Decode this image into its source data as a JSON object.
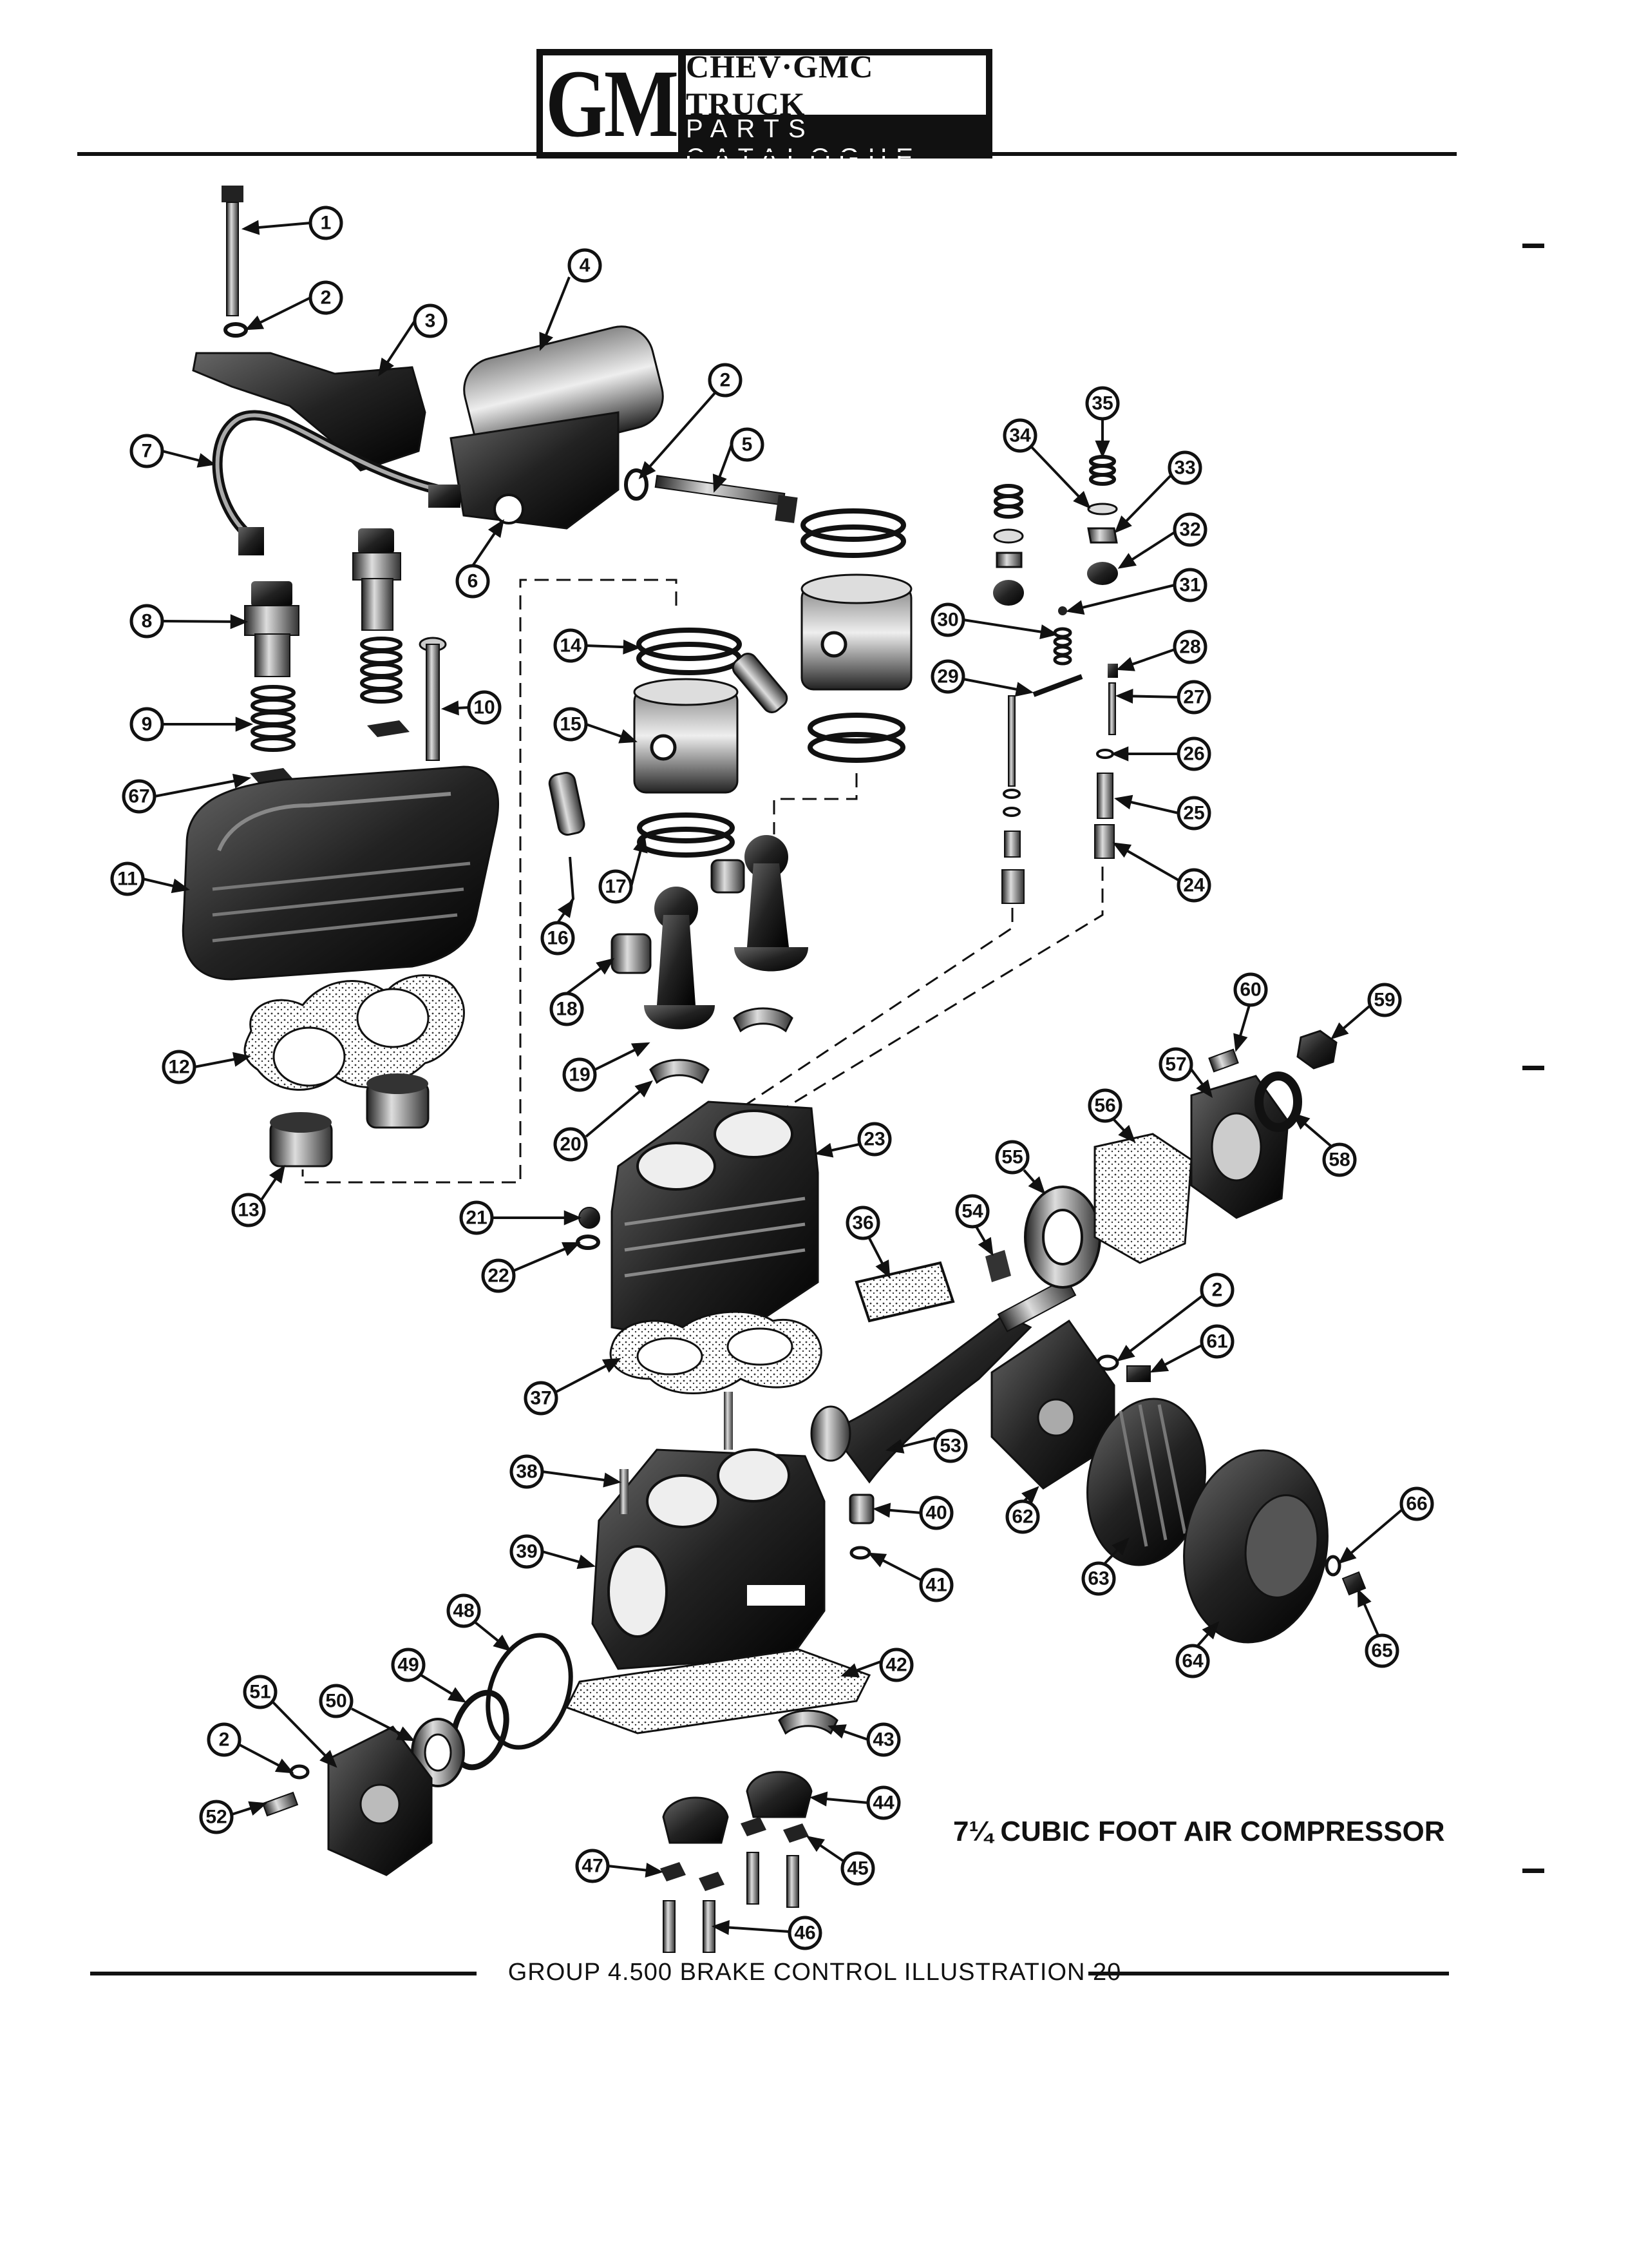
{
  "header": {
    "logo_text": "GM",
    "line1": "CHEV·GMC TRUCK",
    "line2": "PARTS CATALOGUE"
  },
  "title": "7¼ CUBIC FOOT AIR COMPRESSOR",
  "footer": "GROUP 4.500 BRAKE CONTROL ILLUSTRATION 20",
  "callouts": [
    {
      "id": "c1",
      "label": "1"
    },
    {
      "id": "c2a",
      "label": "2"
    },
    {
      "id": "c3",
      "label": "3"
    },
    {
      "id": "c4",
      "label": "4"
    },
    {
      "id": "c2b",
      "label": "2"
    },
    {
      "id": "c5",
      "label": "5"
    },
    {
      "id": "c7",
      "label": "7"
    },
    {
      "id": "c6",
      "label": "6"
    },
    {
      "id": "c8",
      "label": "8"
    },
    {
      "id": "c10",
      "label": "10"
    },
    {
      "id": "c9",
      "label": "9"
    },
    {
      "id": "c67",
      "label": "67"
    },
    {
      "id": "c11",
      "label": "11"
    },
    {
      "id": "c12",
      "label": "12"
    },
    {
      "id": "c13",
      "label": "13"
    },
    {
      "id": "c14",
      "label": "14"
    },
    {
      "id": "c15",
      "label": "15"
    },
    {
      "id": "c16",
      "label": "16"
    },
    {
      "id": "c17",
      "label": "17"
    },
    {
      "id": "c18",
      "label": "18"
    },
    {
      "id": "c19",
      "label": "19"
    },
    {
      "id": "c20",
      "label": "20"
    },
    {
      "id": "c21",
      "label": "21"
    },
    {
      "id": "c22",
      "label": "22"
    },
    {
      "id": "c23",
      "label": "23"
    },
    {
      "id": "c24",
      "label": "24"
    },
    {
      "id": "c25",
      "label": "25"
    },
    {
      "id": "c26",
      "label": "26"
    },
    {
      "id": "c27",
      "label": "27"
    },
    {
      "id": "c28",
      "label": "28"
    },
    {
      "id": "c29",
      "label": "29"
    },
    {
      "id": "c30",
      "label": "30"
    },
    {
      "id": "c31",
      "label": "31"
    },
    {
      "id": "c32",
      "label": "32"
    },
    {
      "id": "c33",
      "label": "33"
    },
    {
      "id": "c34",
      "label": "34"
    },
    {
      "id": "c35",
      "label": "35"
    },
    {
      "id": "c36",
      "label": "36"
    },
    {
      "id": "c37",
      "label": "37"
    },
    {
      "id": "c38",
      "label": "38"
    },
    {
      "id": "c39",
      "label": "39"
    },
    {
      "id": "c40",
      "label": "40"
    },
    {
      "id": "c41",
      "label": "41"
    },
    {
      "id": "c42",
      "label": "42"
    },
    {
      "id": "c43",
      "label": "43"
    },
    {
      "id": "c44",
      "label": "44"
    },
    {
      "id": "c45",
      "label": "45"
    },
    {
      "id": "c46",
      "label": "46"
    },
    {
      "id": "c47",
      "label": "47"
    },
    {
      "id": "c48",
      "label": "48"
    },
    {
      "id": "c49",
      "label": "49"
    },
    {
      "id": "c50",
      "label": "50"
    },
    {
      "id": "c51",
      "label": "51"
    },
    {
      "id": "c2c",
      "label": "2"
    },
    {
      "id": "c52",
      "label": "52"
    },
    {
      "id": "c53",
      "label": "53"
    },
    {
      "id": "c54",
      "label": "54"
    },
    {
      "id": "c55",
      "label": "55"
    },
    {
      "id": "c56",
      "label": "56"
    },
    {
      "id": "c57",
      "label": "57"
    },
    {
      "id": "c58",
      "label": "58"
    },
    {
      "id": "c59",
      "label": "59"
    },
    {
      "id": "c60",
      "label": "60"
    },
    {
      "id": "c2d",
      "label": "2"
    },
    {
      "id": "c61",
      "label": "61"
    },
    {
      "id": "c62",
      "label": "62"
    },
    {
      "id": "c63",
      "label": "63"
    },
    {
      "id": "c64",
      "label": "64"
    },
    {
      "id": "c65",
      "label": "65"
    },
    {
      "id": "c66",
      "label": "66"
    }
  ]
}
